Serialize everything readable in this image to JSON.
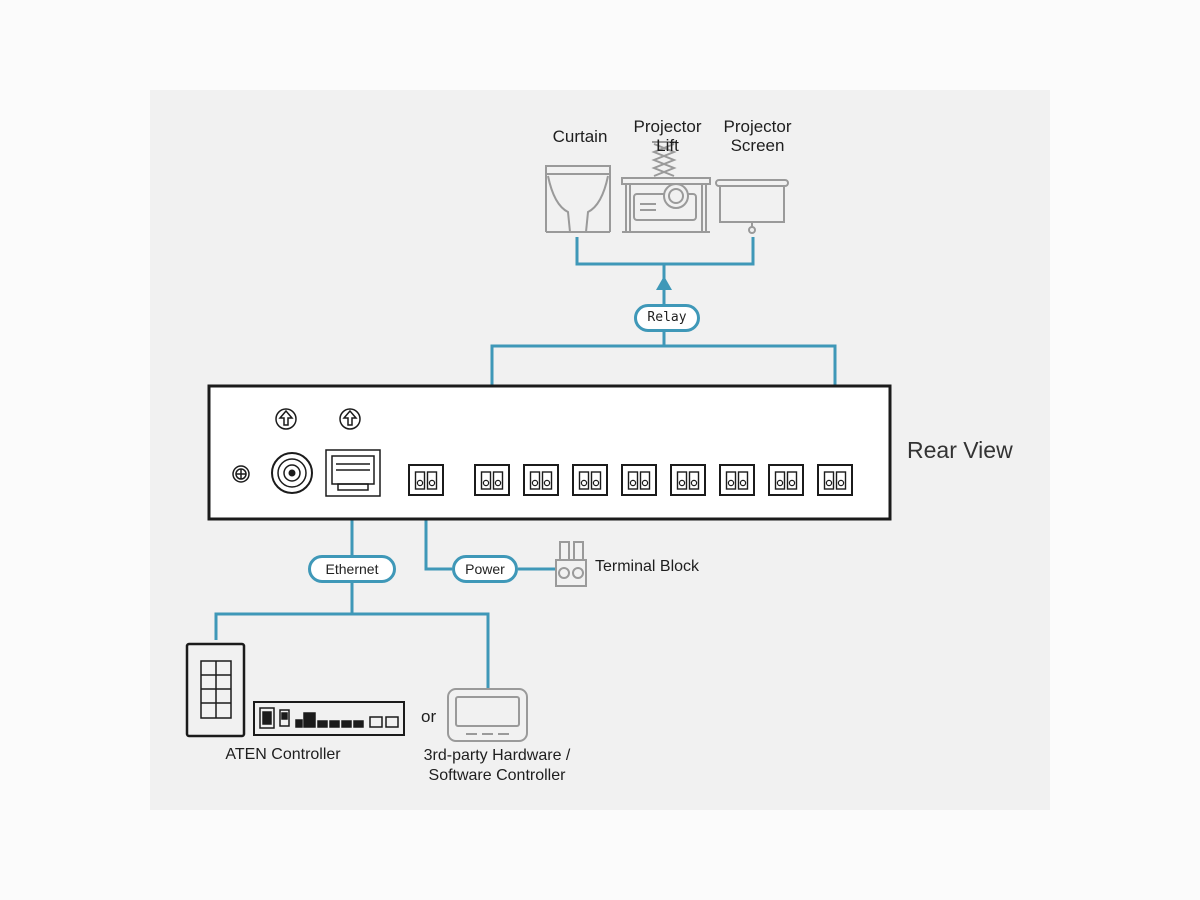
{
  "devices": {
    "curtain": "Curtain",
    "projector_lift_line1": "Projector",
    "projector_lift_line2": "Lift",
    "projector_screen_line1": "Projector",
    "projector_screen_line2": "Screen"
  },
  "connections": {
    "relay": "Relay",
    "ethernet": "Ethernet",
    "power": "Power"
  },
  "rear_view_label": "Rear View",
  "terminal_block_label": "Terminal Block",
  "controllers": {
    "or_label": "or",
    "aten_controller": "ATEN Controller",
    "third_party_line1": "3rd-party Hardware /",
    "third_party_line2": "Software Controller"
  },
  "colors": {
    "connection_line": "#3f98b8",
    "outline": "#1b1b1b",
    "device_gray": "#9a9a9a",
    "panel_bg": "#f1f1f1"
  },
  "rear_panel": {
    "relay_port_count": 8,
    "power_port_count": 1
  }
}
